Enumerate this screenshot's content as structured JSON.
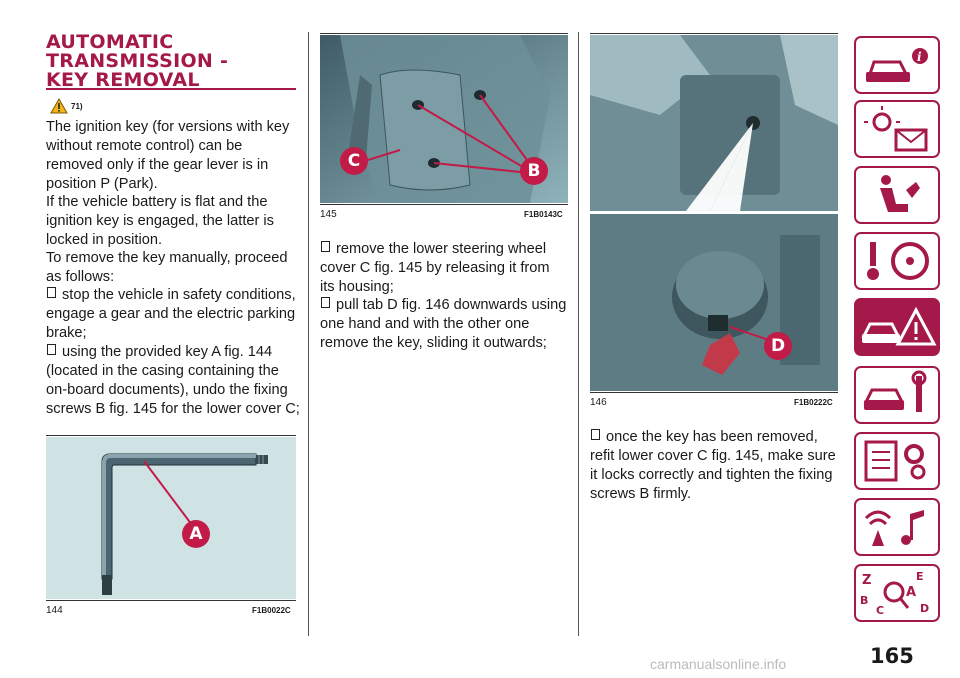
{
  "section": {
    "title_lines": [
      "AUTOMATIC",
      "TRANSMISSION -",
      "KEY REMOVAL"
    ],
    "warning_ref": "71)",
    "warning_icon": "warning-triangle-icon"
  },
  "col1": {
    "p1": "The ignition key (for versions with key without remote control) can be removed only if the gear lever is in position P (Park).",
    "p2": "If the vehicle battery is flat and the ignition key is engaged, the latter is locked in position.",
    "p3": "To remove the key manually, proceed as follows:",
    "b1": "stop the vehicle in safety conditions, engage a gear and the electric parking brake;",
    "b2": "using the provided key A fig. 144 (located in the casing containing the on-board documents), undo the fixing screws B fig. 145 for the lower cover C;"
  },
  "col2": {
    "b3": "remove the lower steering wheel cover C fig. 145 by releasing it from its housing;",
    "b4": "pull tab D fig. 146 downwards using one hand and with the other one remove the key, sliding it outwards;"
  },
  "col3": {
    "b5": "once the key has been removed, refit lower cover C fig. 145, make sure it locks correctly and tighten the fixing screws B firmly."
  },
  "figures": {
    "fig144": {
      "number": "144",
      "code": "F1B0022C",
      "callout": "A"
    },
    "fig145": {
      "number": "145",
      "code": "F1B0143C",
      "callouts": [
        "C",
        "B"
      ]
    },
    "fig146": {
      "number": "146",
      "code": "F1B0222C",
      "callout": "D"
    }
  },
  "sidebar": {
    "tabs": [
      {
        "icon": "car-info-icon",
        "active": false
      },
      {
        "icon": "dashboard-lights-icon",
        "active": false
      },
      {
        "icon": "seat-airbag-icon",
        "active": false
      },
      {
        "icon": "key-steering-wheel-icon",
        "active": false
      },
      {
        "icon": "emergency-car-icon",
        "active": true
      },
      {
        "icon": "car-maintenance-icon",
        "active": false
      },
      {
        "icon": "technical-data-icon",
        "active": false
      },
      {
        "icon": "multimedia-icon",
        "active": false
      },
      {
        "icon": "alphabetical-index-icon",
        "active": false
      }
    ],
    "accent": "#a5194a"
  },
  "page_number": "165",
  "watermark": "carmanualsonline.info"
}
